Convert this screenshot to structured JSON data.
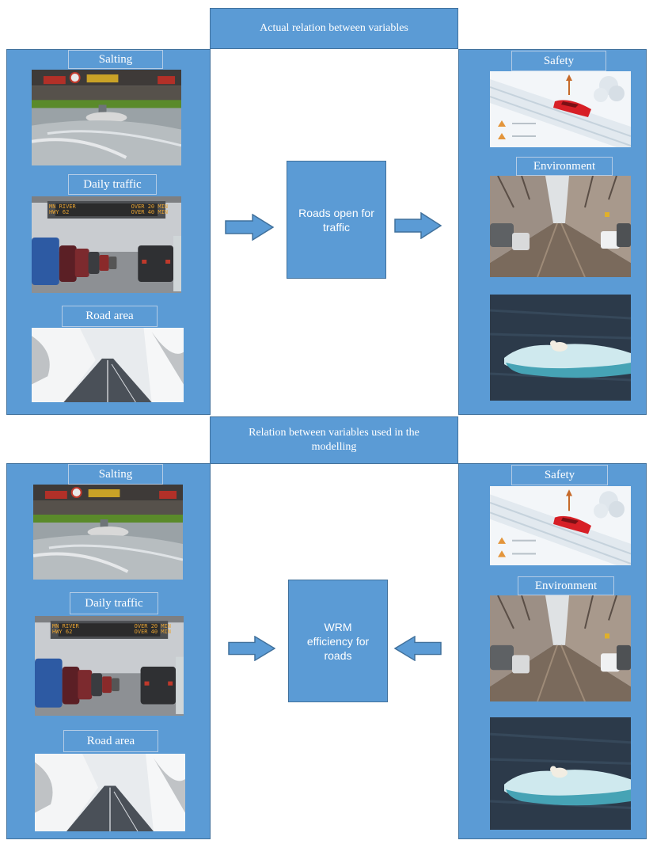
{
  "top": {
    "title": "Actual relation between variables",
    "left_labels": [
      "Salting",
      "Daily traffic",
      "Road area"
    ],
    "right_labels": [
      "Safety",
      "Environment"
    ],
    "center": "Roads open for traffic"
  },
  "bottom": {
    "title": "Relation between variables used in the modelling",
    "left_labels": [
      "Salting",
      "Daily traffic",
      "Road area"
    ],
    "right_labels": [
      "Safety",
      "Environment"
    ],
    "center": "WRM efficiency for roads"
  },
  "sign_text": {
    "line1_left": "MN RIVER",
    "line1_right": "OVER 20 MIN",
    "line2_left": "HWY 62",
    "line2_right": "OVER 40 MIN"
  },
  "colors": {
    "block": "#5b9bd5",
    "border": "#41719c"
  }
}
